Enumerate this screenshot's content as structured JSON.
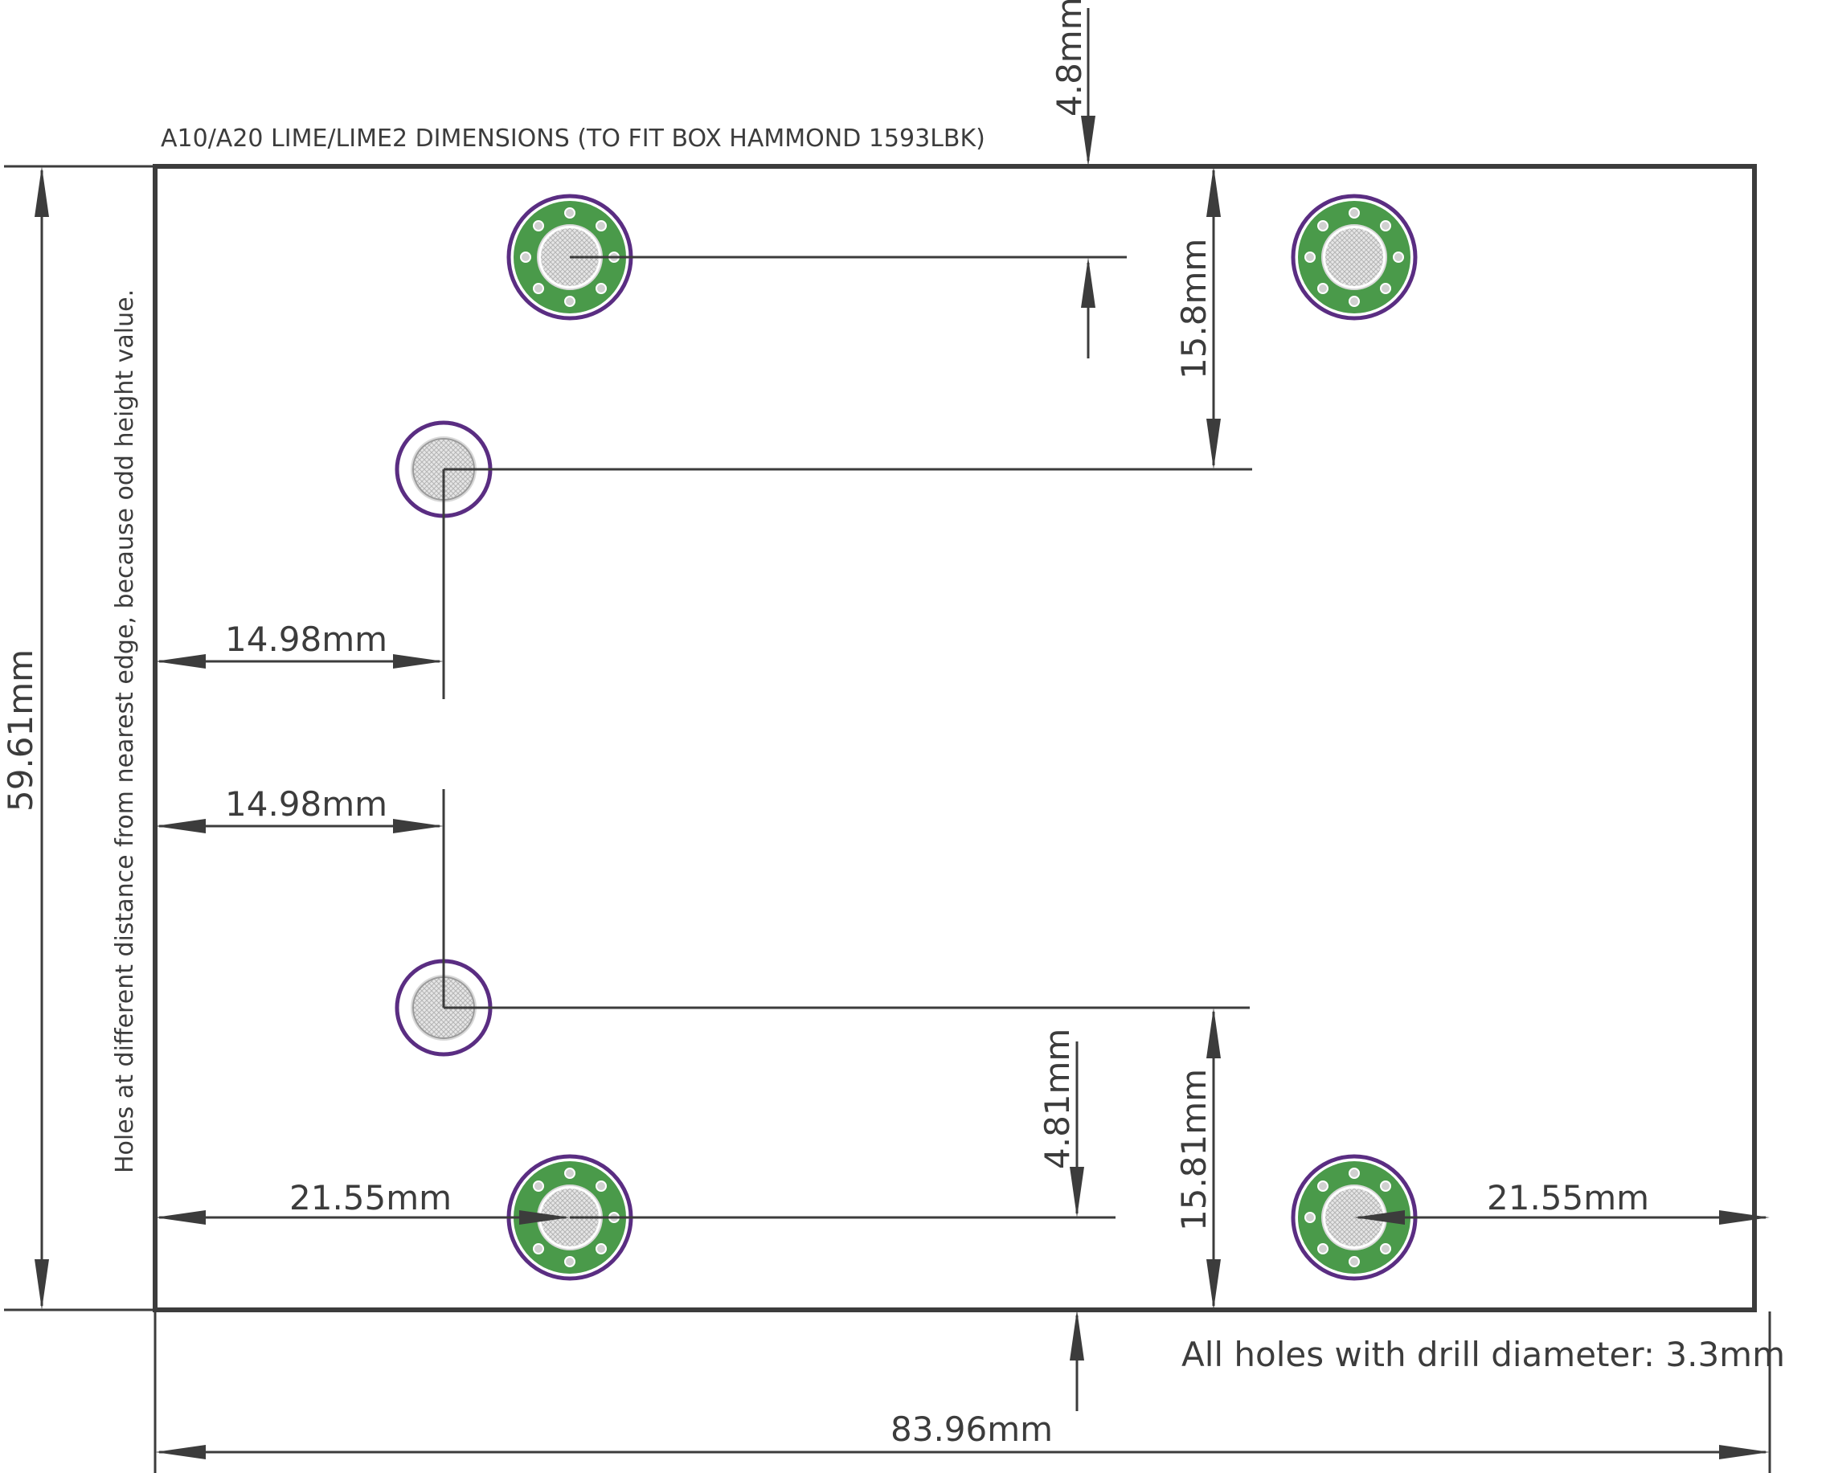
{
  "title": "A10/A20 LIME/LIME2 DIMENSIONS (TO FIT BOX HAMMOND 1593LBK)",
  "note_vertical": "Holes at different distance from nearest edge, because odd height value.",
  "note_drill": "All holes with drill diameter: 3.3mm",
  "dimensions": {
    "width": "83.96mm",
    "height": "59.61mm",
    "top_offset": "4.8mm",
    "bottom_offset": "4.81mm",
    "upper_hole_spacing": "15.8mm",
    "lower_hole_spacing": "15.81mm",
    "left_hole_upper": "14.98mm",
    "left_hole_lower": "14.98mm",
    "corner_hole_left": "21.55mm",
    "corner_hole_right": "21.55mm"
  },
  "colors": {
    "board_outline": "#3c3c3c",
    "pad_green": "#4a9a4a",
    "ring_purple": "#5a2d82",
    "drill_gray": "#c8c8c8"
  },
  "legend": {}
}
